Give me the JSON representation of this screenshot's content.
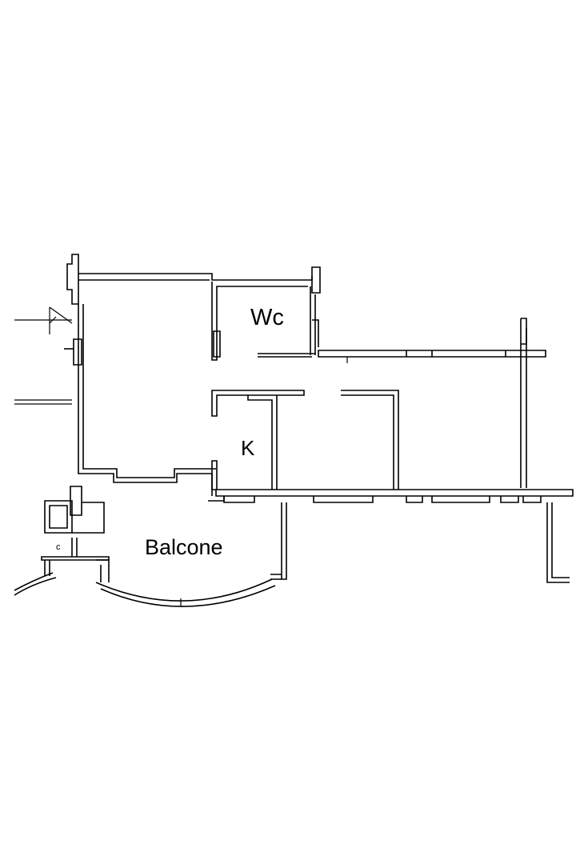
{
  "rooms": {
    "wc": "Wc",
    "kitchen": "K",
    "balcony": "Balcone",
    "closet": "c"
  }
}
